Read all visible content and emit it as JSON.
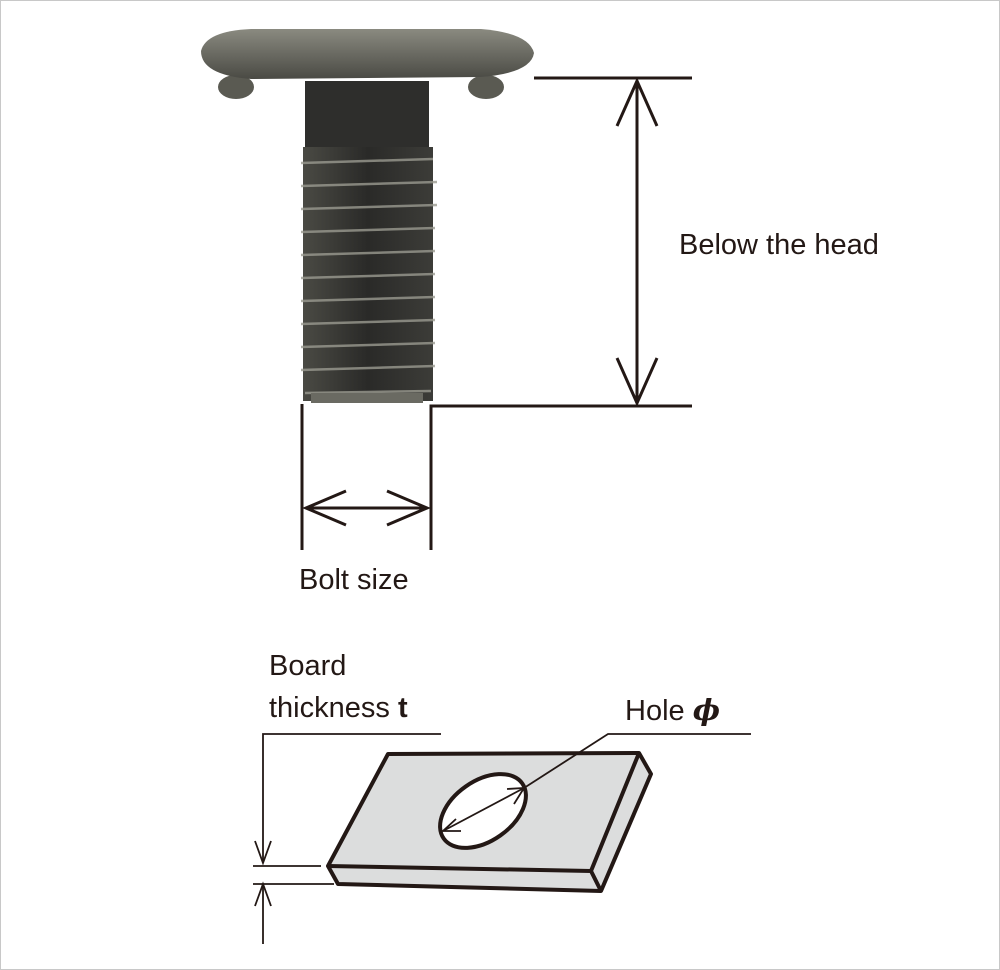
{
  "labels": {
    "below_head": "Below the head",
    "bolt_size": "Bolt size",
    "board_line1": "Board",
    "board_line2": "thickness",
    "board_symbol": "t",
    "hole": "Hole",
    "hole_symbol": "ϕ"
  },
  "colors": {
    "line": "#231815",
    "plate": "#dcdddd",
    "bolt": "#3a3a36"
  }
}
